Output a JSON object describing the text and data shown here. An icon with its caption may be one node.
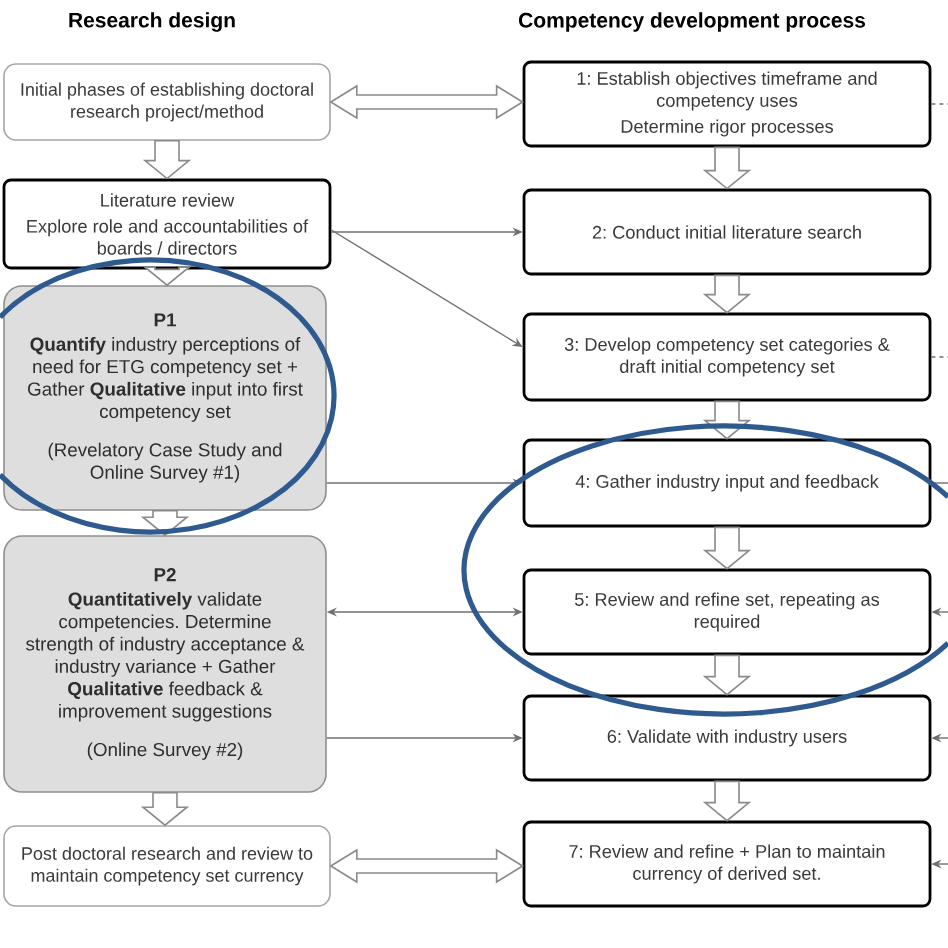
{
  "diagram": {
    "nodes": [
      {
        "text": [
          "Initial phases of establishing doctoral research project/method"
        ]
      },
      {
        "text": [
          "Literature review",
          "Explore role and accountabilities of boards / directors"
        ]
      },
      {
        "text": [
          "P1",
          "**Quantify** industry perceptions of need for ETG competency set + Gather **Qualitative** input into first competency set",
          "(Revelatory Case Study and Online Survey #1)"
        ]
      },
      {
        "text": [
          "P2",
          "**Quantitatively** validate competencies. Determine strength of industry acceptance & industry variance + Gather **Qualitative** feedback & improvement suggestions",
          "(Online Survey #2)"
        ]
      },
      {
        "text": [
          "Post doctoral research and review to maintain competency set currency"
        ]
      },
      {
        "text": [
          "1: Establish objectives timeframe and competency uses",
          "Determine rigor processes"
        ]
      },
      {
        "text": [
          "2: Conduct initial literature search"
        ]
      },
      {
        "text": [
          "3: Develop competency set categories & draft initial competency set"
        ]
      },
      {
        "text": [
          "4: Gather industry input and feedback"
        ]
      },
      {
        "text": [
          "5: Review and refine set, repeating as required"
        ]
      },
      {
        "text": [
          "6: Validate with industry users"
        ]
      },
      {
        "text": [
          "7: Review and refine + Plan to maintain currency of derived set."
        ]
      }
    ],
    "edges": [
      {
        "from": 0,
        "to": 1,
        "arrow": "to",
        "style": "thick"
      },
      {
        "from": 1,
        "to": 2,
        "arrow": "to",
        "style": "thick"
      },
      {
        "from": 2,
        "to": 3,
        "arrow": "to",
        "style": "thick"
      },
      {
        "from": 3,
        "to": 4,
        "arrow": "to",
        "style": "thick"
      },
      {
        "from": 5,
        "to": 6,
        "arrow": "to",
        "style": "thick"
      },
      {
        "from": 6,
        "to": 7,
        "arrow": "to",
        "style": "thick"
      },
      {
        "from": 7,
        "to": 8,
        "arrow": "to",
        "style": "thick"
      },
      {
        "from": 8,
        "to": 9,
        "arrow": "to",
        "style": "thick"
      },
      {
        "from": 9,
        "to": 10,
        "arrow": "to",
        "style": "thick"
      },
      {
        "from": 10,
        "to": 11,
        "arrow": "to",
        "style": "thick"
      },
      {
        "from": 0,
        "to": 5,
        "arrow": "both",
        "style": "thick"
      },
      {
        "from": 4,
        "to": 11,
        "arrow": "both",
        "style": "thick"
      },
      {
        "from": 1,
        "to": 6,
        "arrow": "to"
      },
      {
        "from": 1,
        "to": 7,
        "arrow": "to"
      },
      {
        "from": 2,
        "to": 8,
        "arrow": "to"
      },
      {
        "from": 3,
        "to": 9,
        "arrow": "both"
      },
      {
        "from": 3,
        "to": 10,
        "arrow": "to"
      },
      {
        "from": 5,
        "to": null,
        "arrow": "none",
        "style": "dashed"
      },
      {
        "from": 7,
        "to": null,
        "arrow": "none",
        "style": "dashed"
      },
      {
        "from": 8,
        "to": null,
        "arrow": "none"
      },
      {
        "from": null,
        "to": 9,
        "arrow": "to"
      },
      {
        "from": null,
        "to": 10,
        "arrow": "to"
      },
      {
        "from": null,
        "to": 11,
        "arrow": "to"
      }
    ],
    "labels": [
      "Research design",
      "Competency development process"
    ]
  }
}
